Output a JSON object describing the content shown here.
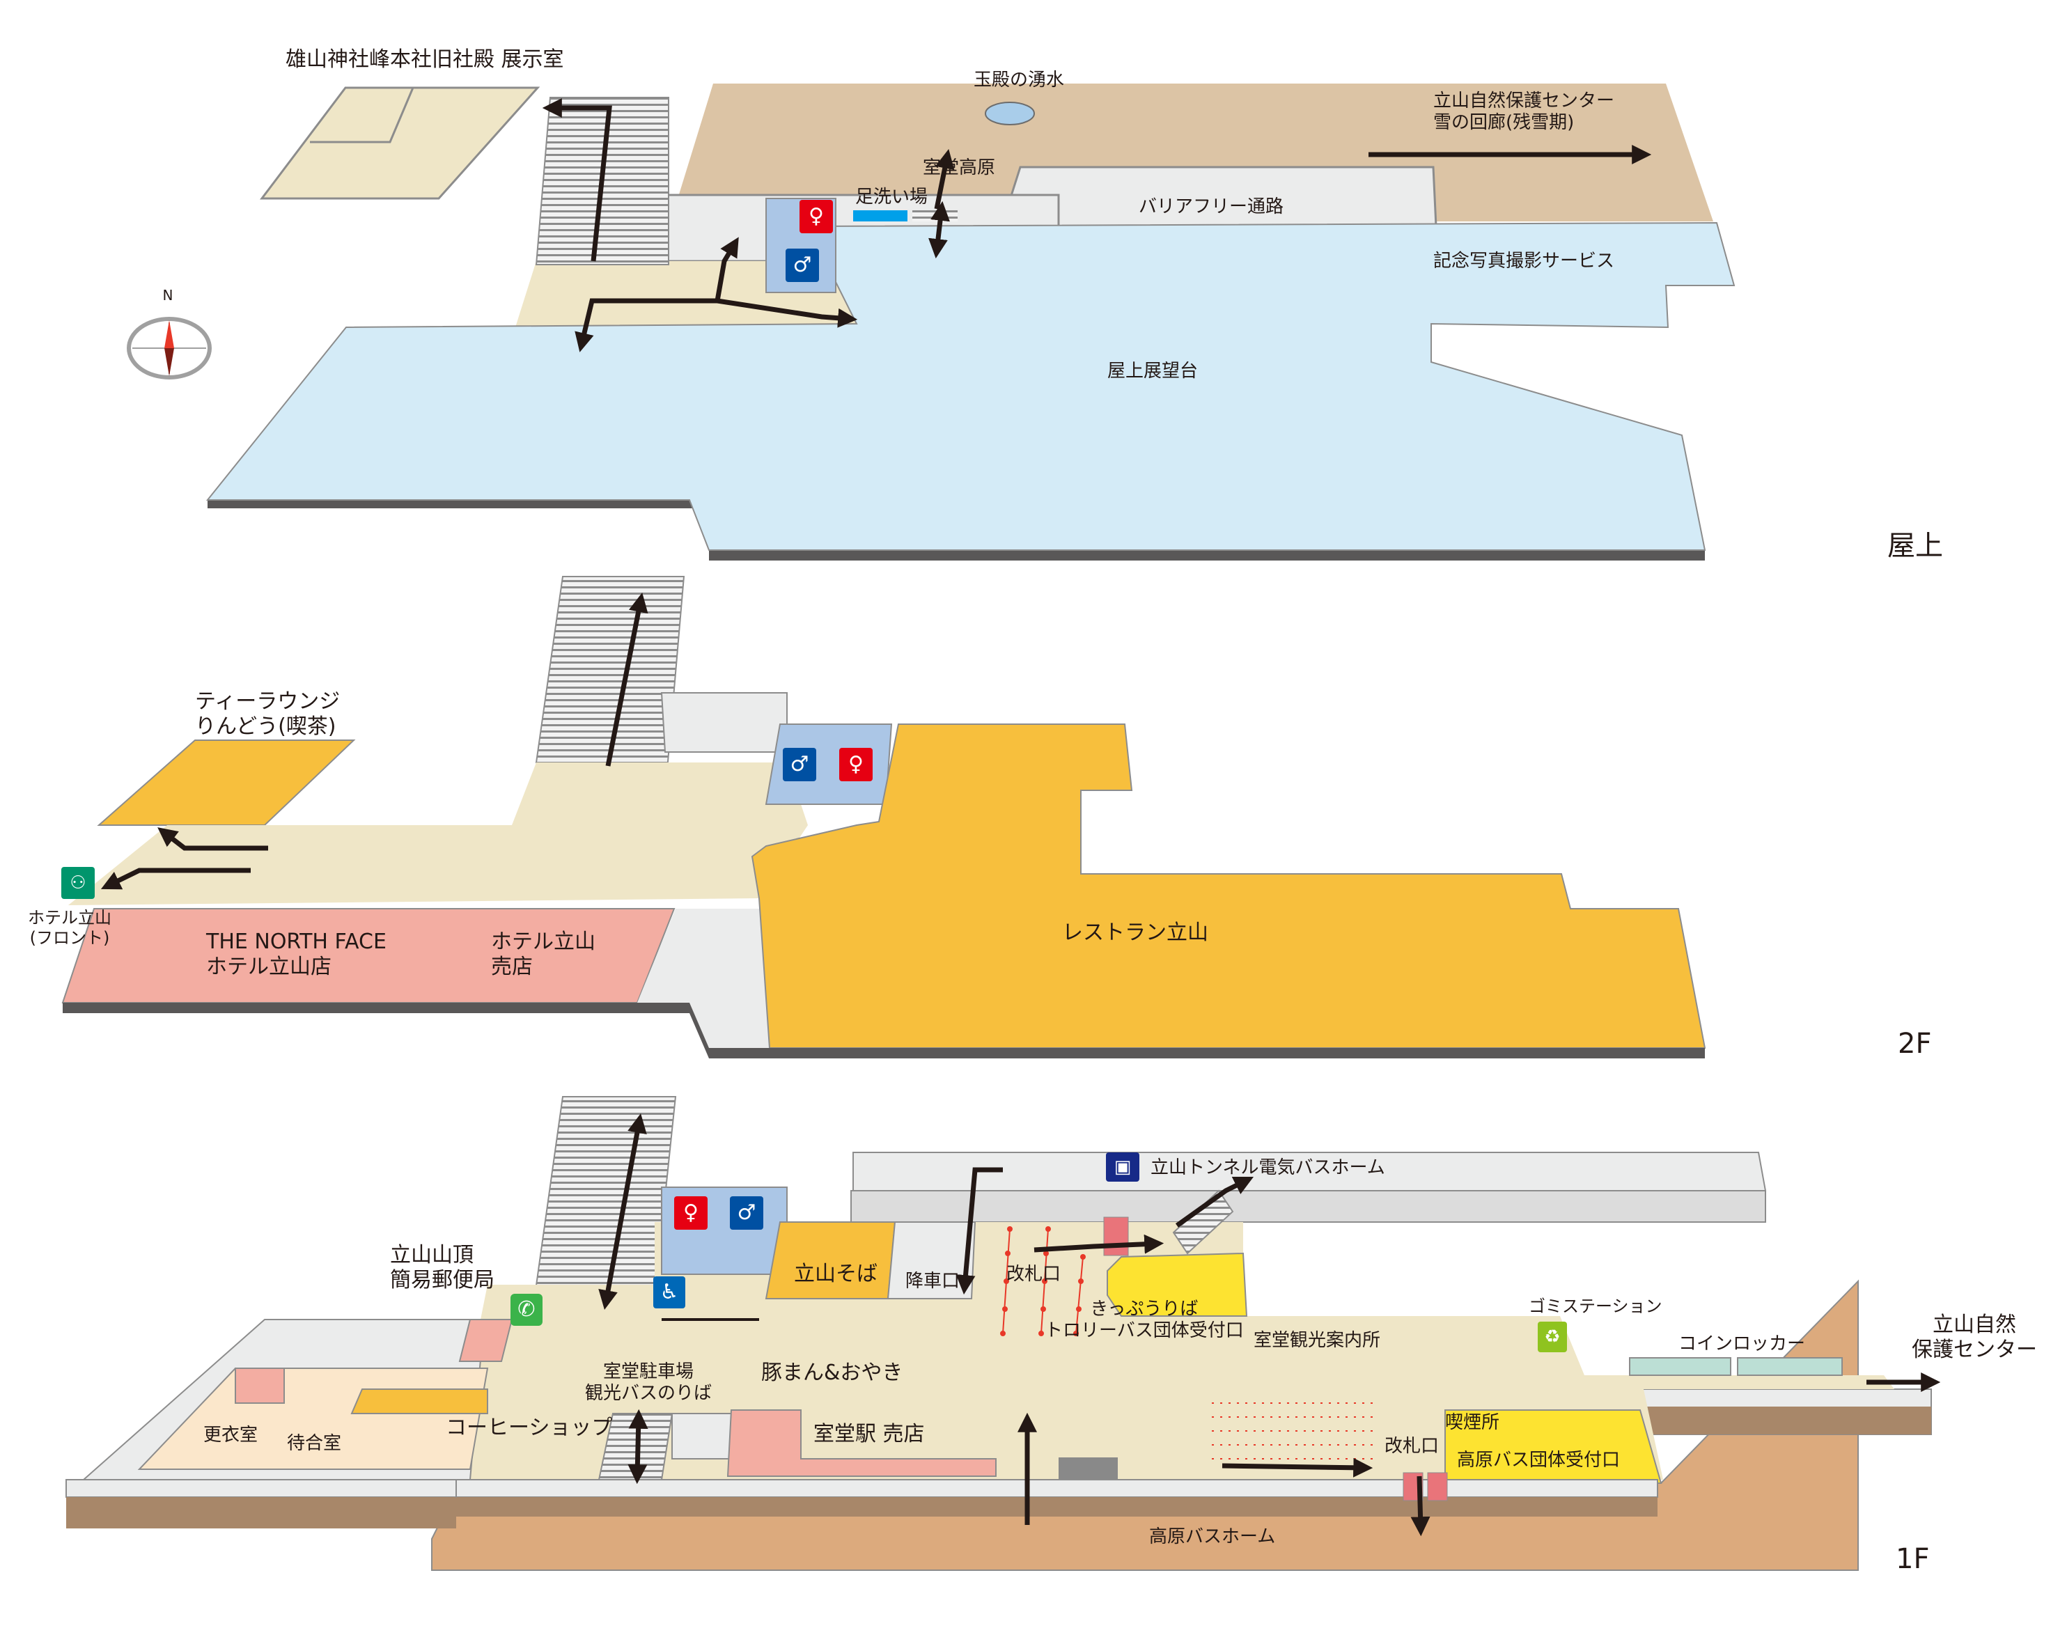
{
  "compass": {
    "north_label": "N"
  },
  "floors": {
    "roof": {
      "floor_label": "屋上",
      "labels": {
        "exhibition": "雄山神社峰本社旧社殿 展示室",
        "spring": "玉殿の湧水",
        "nature_center": "立山自然保護センター\n雪の回廊(残雪期)",
        "murodo_plateau": "室堂高原",
        "footbath": "足洗い場",
        "barrier_free": "バリアフリー通路",
        "photo_service": "記念写真撮影サービス",
        "observation_deck": "屋上展望台"
      }
    },
    "f2": {
      "floor_label": "2F",
      "labels": {
        "tea_lounge": "ティーラウンジ\nりんどう(喫茶)",
        "hotel": "ホテル立山\n(フロント)",
        "north_face": "THE NORTH FACE\nホテル立山店",
        "hotel_shop": "ホテル立山\n売店",
        "restaurant": "レストラン立山"
      }
    },
    "f1": {
      "floor_label": "1F",
      "labels": {
        "post_office": "立山山頂\n簡易郵便局",
        "bus_home": "立山トンネル電気バスホーム",
        "soba": "立山そば",
        "exit_gate": "降車口",
        "ticket_gate_upper": "改札口",
        "trolley_reception": "きっぷうりば\nトロリーバス団体受付口",
        "info_center": "室堂観光案内所",
        "garbage_station": "ゴミステーション",
        "nature_center": "立山自然\n保護センター",
        "coin_locker": "コインロッカー",
        "buta_man": "豚まん&おやき",
        "parking": "室堂駐車場\n観光バスのりば",
        "coffee_shop": "コーヒーショップ",
        "changing_room": "更衣室",
        "waiting_room": "待合室",
        "station_shop": "室堂駅 売店",
        "smoking_room": "喫煙所",
        "ticket_gate_lower": "改札口",
        "kogen_bus_reception": "高原バス団体受付口",
        "kogen_bus_home": "高原バスホーム"
      }
    }
  },
  "colors": {
    "deck_blue": "#d4ebf7",
    "beige_floor": "#f0e8cf",
    "sand": "#dcc4a5",
    "orange": "#f7bf3d",
    "pink": "#f3ada2",
    "yellow": "#fde331",
    "toilet_blue": "#abc6e6",
    "gray": "#ebecec"
  },
  "icons": {
    "compass": "compass-icon",
    "female_toilet": "female-toilet-icon",
    "male_toilet": "male-toilet-icon",
    "wheelchair": "wheelchair-icon",
    "telephone": "telephone-icon",
    "bus": "bus-icon",
    "reception": "reception-icon",
    "garbage": "recycle-icon"
  }
}
